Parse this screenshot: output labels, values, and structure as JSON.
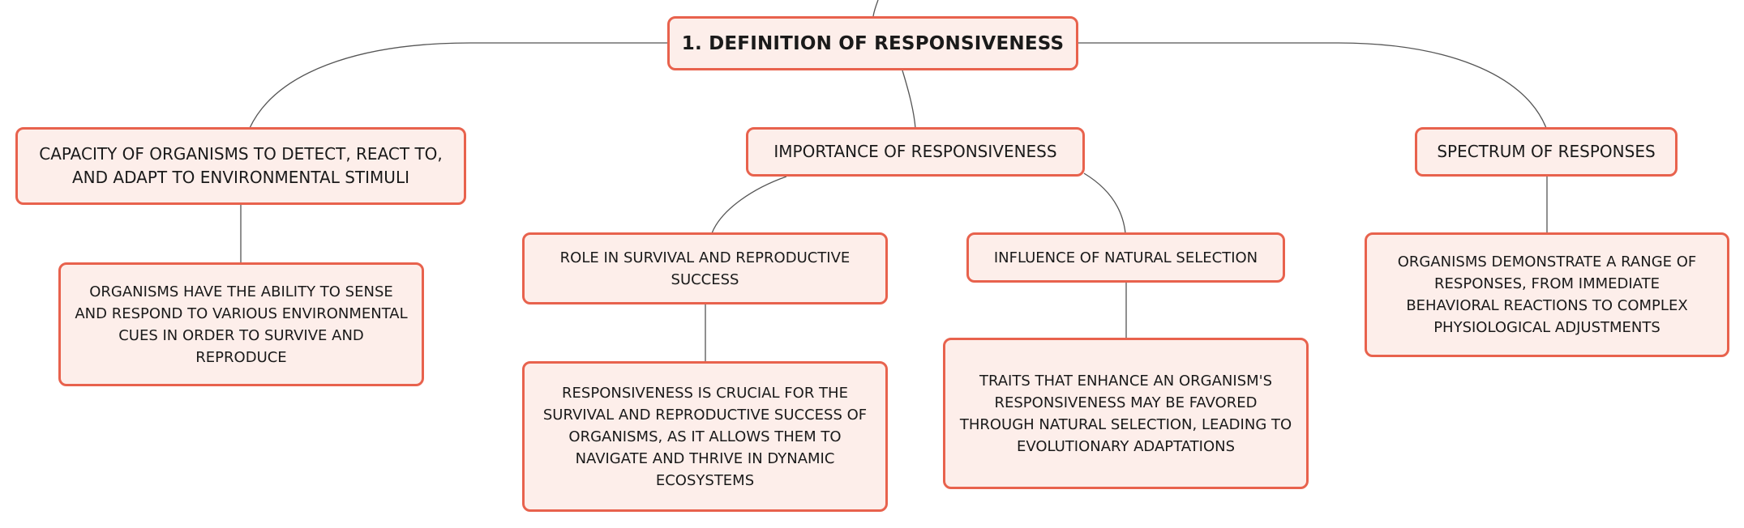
{
  "diagram": {
    "root": {
      "label": "1. DEFINITION OF RESPONSIVENESS"
    },
    "branches": [
      {
        "label": "CAPACITY OF ORGANISMS TO DETECT, REACT TO, AND ADAPT TO ENVIRONMENTAL STIMULI",
        "children": [
          {
            "label": "ORGANISMS HAVE THE ABILITY TO SENSE AND RESPOND TO VARIOUS ENVIRONMENTAL CUES IN ORDER TO SURVIVE AND REPRODUCE"
          }
        ]
      },
      {
        "label": "IMPORTANCE OF RESPONSIVENESS",
        "children": [
          {
            "label": "ROLE IN SURVIVAL AND REPRODUCTIVE SUCCESS",
            "children": [
              {
                "label": "RESPONSIVENESS IS CRUCIAL FOR THE SURVIVAL AND REPRODUCTIVE SUCCESS OF ORGANISMS, AS IT ALLOWS THEM TO NAVIGATE AND THRIVE IN DYNAMIC ECOSYSTEMS"
              }
            ]
          },
          {
            "label": "INFLUENCE OF NATURAL SELECTION",
            "children": [
              {
                "label": "TRAITS THAT ENHANCE AN ORGANISM'S RESPONSIVENESS MAY BE FAVORED THROUGH NATURAL SELECTION, LEADING TO EVOLUTIONARY ADAPTATIONS"
              }
            ]
          }
        ]
      },
      {
        "label": "SPECTRUM OF RESPONSES",
        "children": [
          {
            "label": "ORGANISMS DEMONSTRATE A RANGE OF RESPONSES, FROM IMMEDIATE BEHAVIORAL REACTIONS TO COMPLEX PHYSIOLOGICAL ADJUSTMENTS"
          }
        ]
      }
    ]
  },
  "colors": {
    "node_fill": "#fdeeea",
    "node_border": "#e8624d",
    "connector": "#555555",
    "text": "#1a1a1a"
  }
}
